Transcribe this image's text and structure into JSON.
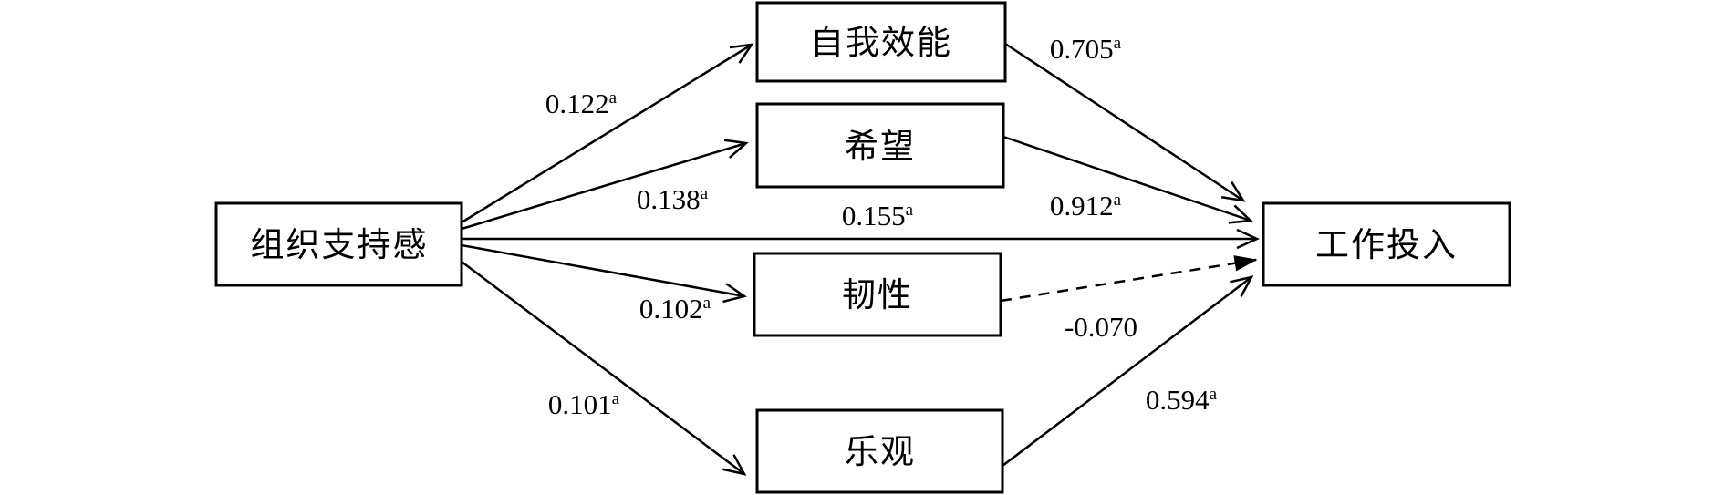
{
  "diagram": {
    "type": "path-model",
    "nodes": {
      "predictor": {
        "label": "组织支持感"
      },
      "self_efficacy": {
        "label": "自我效能"
      },
      "hope": {
        "label": "希望"
      },
      "resilience": {
        "label": "韧性"
      },
      "optimism": {
        "label": "乐观"
      },
      "outcome": {
        "label": "工作投入"
      }
    },
    "paths": {
      "pos_to_self_efficacy": {
        "value": "0.122",
        "sup": "a",
        "line_style": "solid"
      },
      "pos_to_hope": {
        "value": "0.138",
        "sup": "a",
        "line_style": "solid"
      },
      "pos_to_outcome": {
        "value": "0.155",
        "sup": "a",
        "line_style": "solid"
      },
      "pos_to_resilience": {
        "value": "0.102",
        "sup": "a",
        "line_style": "solid"
      },
      "pos_to_optimism": {
        "value": "0.101",
        "sup": "a",
        "line_style": "solid"
      },
      "self_efficacy_to_outcome": {
        "value": "0.705",
        "sup": "a",
        "line_style": "solid"
      },
      "hope_to_outcome": {
        "value": "0.912",
        "sup": "a",
        "line_style": "solid"
      },
      "resilience_to_outcome": {
        "value": "-0.070",
        "sup": "",
        "line_style": "dashed"
      },
      "optimism_to_outcome": {
        "value": "0.594",
        "sup": "a",
        "line_style": "solid"
      }
    },
    "colors": {
      "line": "#000000",
      "box_border": "#000000",
      "background": "#ffffff",
      "text": "#000000"
    }
  }
}
